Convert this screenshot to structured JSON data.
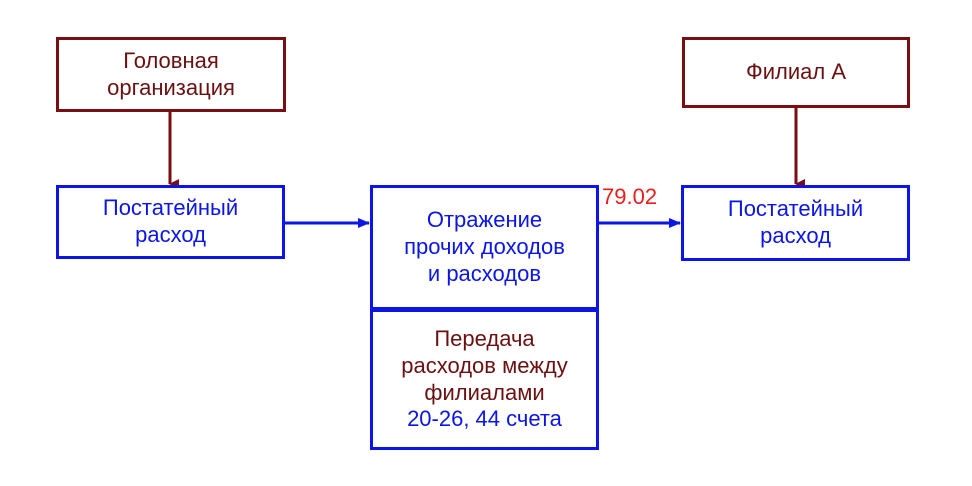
{
  "boxes": {
    "head_org": {
      "lines": [
        "Головная",
        "организация"
      ]
    },
    "branch_a": {
      "lines": [
        "Филиал А"
      ]
    },
    "expense_left": {
      "lines": [
        "Постатейный",
        "расход"
      ]
    },
    "other_income": {
      "lines": [
        "Отражение",
        "прочих доходов",
        "и расходов"
      ]
    },
    "transfer": {
      "lines": [
        "Передача",
        "расходов между",
        "филиалами",
        "20-26, 44 счета"
      ]
    },
    "expense_right": {
      "lines": [
        "Постатейный",
        "расход"
      ]
    }
  },
  "edges": {
    "account_label": "79.02"
  },
  "colors": {
    "maroon": "#7a0e12",
    "blue": "#0b16e6",
    "red": "#ee1c1c"
  }
}
